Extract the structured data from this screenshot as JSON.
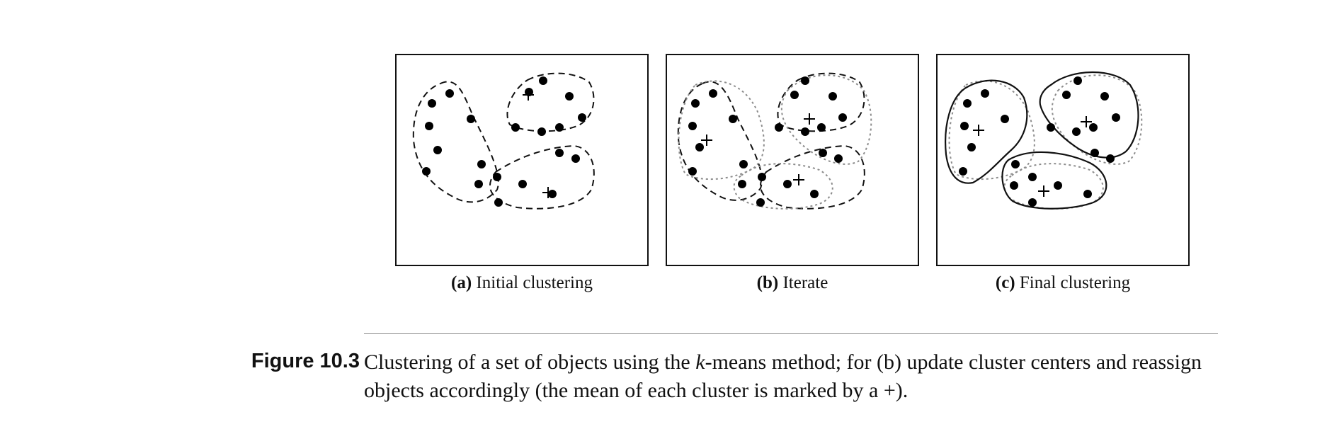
{
  "panels": [
    {
      "label": "(a)",
      "title": "Initial clustering"
    },
    {
      "label": "(b)",
      "title": "Iterate"
    },
    {
      "label": "(c)",
      "title": "Final clustering"
    }
  ],
  "figure": {
    "label": "Figure 10.3",
    "caption_before_k": "Clustering of a set of objects using the ",
    "k": "k",
    "caption_after_k": "-means method; for (b) update cluster centers and reassign objects accordingly (the mean of each cluster is marked by a +)."
  }
}
